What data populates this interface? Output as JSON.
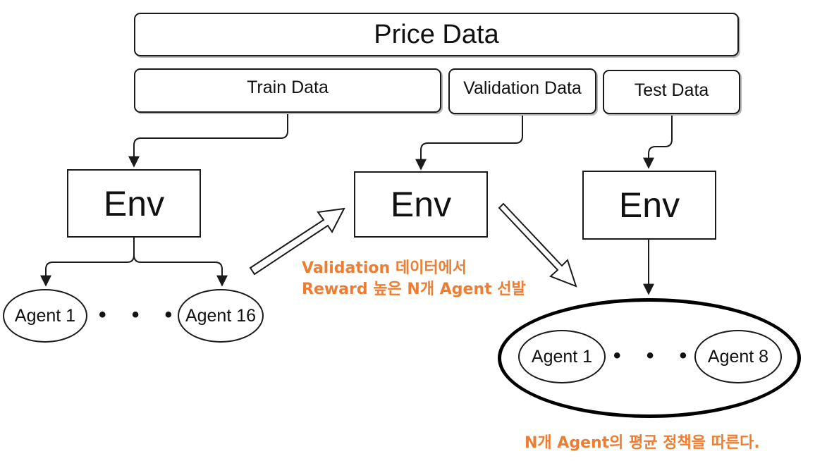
{
  "colors": {
    "annotation": "#ee7d31",
    "stroke": "#1a1a1a",
    "shadow": "#b8b8b8",
    "background": "#ffffff"
  },
  "price_data": {
    "title": "Price Data",
    "train": "Train Data",
    "validation": "Validation Data",
    "test": "Test Data"
  },
  "env": {
    "train": "Env",
    "validation": "Env",
    "test": "Env"
  },
  "train_agents": {
    "first": "Agent 1",
    "ellipsis": "• • •",
    "last": "Agent 16"
  },
  "selected_agents": {
    "first": "Agent 1",
    "ellipsis": "• • •",
    "last": "Agent 8"
  },
  "annotations": {
    "selection_line1": "Validation 데이터에서",
    "selection_line2": "Reward 높은 N개 Agent 선발",
    "policy": "N개 Agent의 평균 정책을 따른다."
  }
}
